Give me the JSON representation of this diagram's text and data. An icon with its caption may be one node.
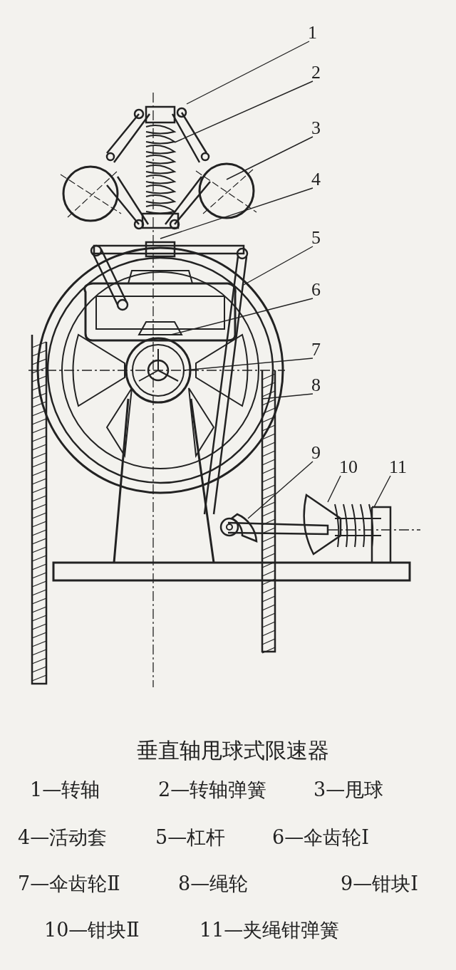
{
  "diagram": {
    "caption": "垂直轴甩球式限速器",
    "nodes": [
      {
        "text": [
          "1"
        ]
      },
      {
        "text": [
          "2"
        ]
      },
      {
        "text": [
          "3"
        ]
      },
      {
        "text": [
          "4"
        ]
      },
      {
        "text": [
          "5"
        ]
      },
      {
        "text": [
          "6"
        ]
      },
      {
        "text": [
          "7"
        ]
      },
      {
        "text": [
          "8"
        ]
      },
      {
        "text": [
          "9"
        ]
      },
      {
        "text": [
          "10"
        ]
      },
      {
        "text": [
          "11"
        ]
      }
    ],
    "edges": [
      {
        "from": 0,
        "to": null,
        "arrow": "none"
      },
      {
        "from": 1,
        "to": null,
        "arrow": "none"
      },
      {
        "from": 2,
        "to": null,
        "arrow": "none"
      },
      {
        "from": 3,
        "to": null,
        "arrow": "none"
      },
      {
        "from": 4,
        "to": null,
        "arrow": "none"
      },
      {
        "from": 5,
        "to": null,
        "arrow": "none"
      },
      {
        "from": 6,
        "to": null,
        "arrow": "none"
      },
      {
        "from": 7,
        "to": null,
        "arrow": "none"
      },
      {
        "from": 8,
        "to": null,
        "arrow": "none"
      },
      {
        "from": 9,
        "to": null,
        "arrow": "none"
      },
      {
        "from": 10,
        "to": null,
        "arrow": "none"
      }
    ],
    "labels": [
      "1—转轴",
      "2—转轴弹簧",
      "3—甩球",
      "4—活动套",
      "5—杠杆",
      "6—伞齿轮Ⅰ",
      "7—伞齿轮Ⅱ",
      "8—绳轮",
      "9—钳块Ⅰ",
      "10—钳块Ⅱ",
      "11—夹绳钳弹簧"
    ]
  }
}
